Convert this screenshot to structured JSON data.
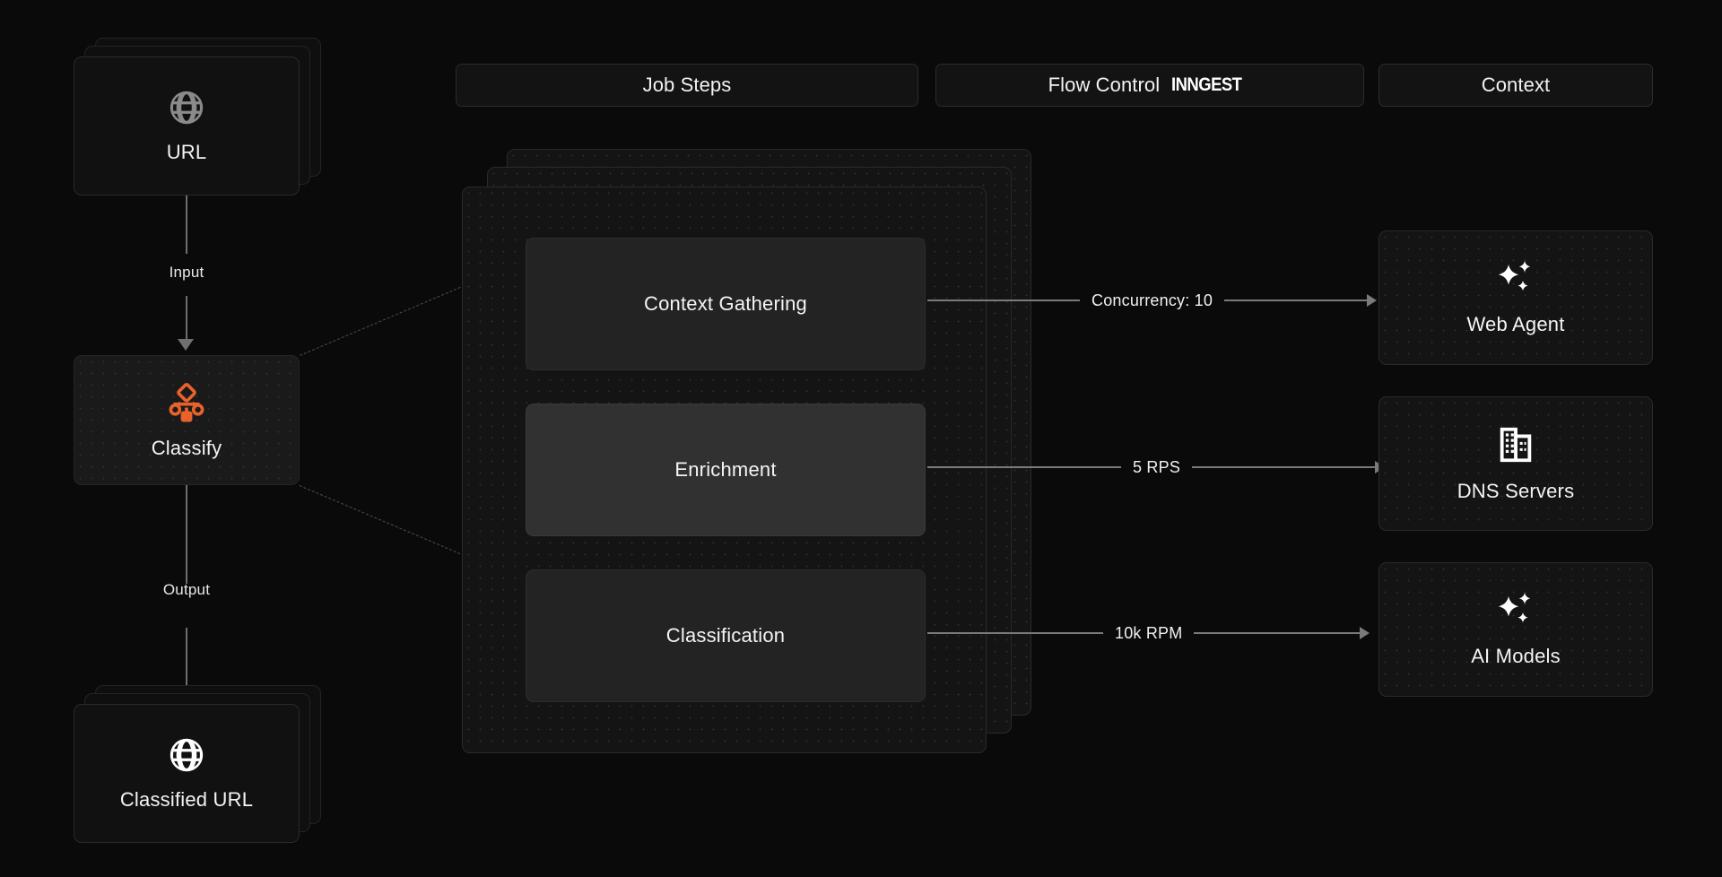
{
  "header": {
    "pills": [
      {
        "label": "Job Steps",
        "brand": ""
      },
      {
        "label": "Flow Control",
        "brand": "INNGEST"
      },
      {
        "label": "Context",
        "brand": ""
      }
    ]
  },
  "flow": {
    "input_node": {
      "label": "URL",
      "icon": "globe-icon"
    },
    "process_node": {
      "label": "Classify",
      "icon": "workflow-icon",
      "accent": "#e8622c"
    },
    "output_node": {
      "label": "Classified URL",
      "icon": "globe-icon"
    },
    "edges": [
      {
        "label": "Input"
      },
      {
        "label": "Output"
      }
    ]
  },
  "job_steps": {
    "steps": [
      {
        "label": "Context Gathering",
        "active": false
      },
      {
        "label": "Enrichment",
        "active": true
      },
      {
        "label": "Classification",
        "active": false
      }
    ]
  },
  "resources": [
    {
      "label": "Web Agent",
      "icon": "sparkles-icon",
      "edge_label": "Concurrency: 10"
    },
    {
      "label": "DNS Servers",
      "icon": "building-icon",
      "edge_label": "5 RPS"
    },
    {
      "label": "AI Models",
      "icon": "sparkles-icon",
      "edge_label": "10k RPM"
    }
  ],
  "colors": {
    "background": "#0a0a0a",
    "card": "#111111",
    "card_border": "#2a2a2a",
    "accent_orange": "#e8622c",
    "text_primary": "#f4f4f4",
    "connector": "#7a7a7a"
  }
}
